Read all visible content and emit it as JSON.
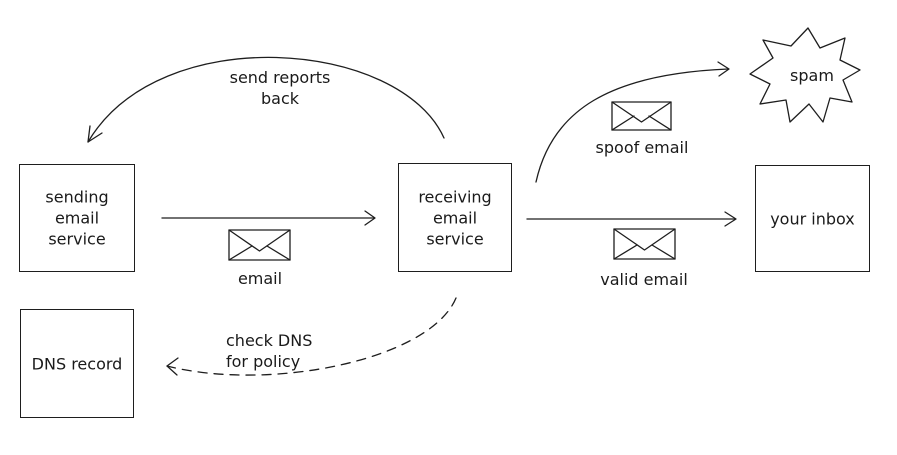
{
  "nodes": {
    "sending": {
      "label": "sending\nemail\nservice"
    },
    "receiving": {
      "label": "receiving\nemail\nservice"
    },
    "inbox": {
      "label": "your inbox"
    },
    "dns": {
      "label": "DNS record"
    },
    "spam": {
      "label": "spam"
    }
  },
  "edges": {
    "email": {
      "label": "email"
    },
    "reports": {
      "label": "send reports\nback"
    },
    "spoof": {
      "label": "spoof email"
    },
    "valid": {
      "label": "valid email"
    },
    "dns_check": {
      "label": "check DNS\nfor policy"
    }
  }
}
